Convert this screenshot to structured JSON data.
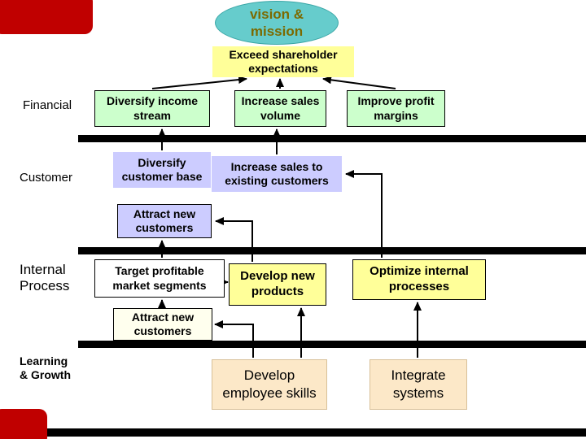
{
  "slide": {
    "vision_ellipse": {
      "label": "vision &\nmission"
    },
    "goal_box": {
      "label": "Exceed shareholder\nexpectations"
    },
    "perspectives": {
      "financial": "Financial",
      "customer": "Customer",
      "internal_process": "Internal\nProcess",
      "learning_growth": "Learning\n& Growth"
    },
    "nodes": {
      "diversify_income": "Diversify income\nstream",
      "increase_sales_volume": "Increase sales\nvolume",
      "improve_profit_margins": "Improve profit\nmargins",
      "diversify_customer_base": "Diversify\ncustomer base",
      "increase_sales_existing": "Increase sales to\nexisting customers",
      "attract_new_customers_customer": "Attract new\ncustomers",
      "target_profitable_segments": "Target profitable\nmarket segments",
      "develop_new_products": "Develop new\nproducts",
      "optimize_internal_processes": "Optimize internal\nprocesses",
      "attract_new_customers_internal": "Attract new\ncustomers",
      "develop_employee_skills": "Develop\nemployee skills",
      "integrate_systems": "Integrate\nsystems"
    },
    "colors": {
      "financial_node": "#ccffcc",
      "customer_node": "#ccccff",
      "internal_node_yellow": "#ffff99",
      "internal_node_white": "#ffffee",
      "learning_node": "#fce8c8",
      "vision_fill": "#66cccc",
      "vision_text": "#7c6a00",
      "goal_fill": "#ffff99",
      "corner_red": "#c00000",
      "divider": "#000000"
    }
  }
}
